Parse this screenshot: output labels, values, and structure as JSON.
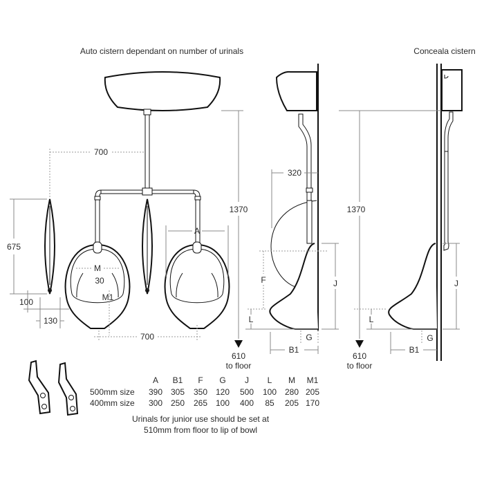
{
  "titles": {
    "front": "Auto cistern dependant on number of urinals",
    "concealed": "Conceala cistern"
  },
  "dimensions": {
    "spacing_top": "700",
    "spacing_bottom": "700",
    "slab_height": "675",
    "slab_bottom": "100",
    "slab_width": "130",
    "cistern_height": "1370",
    "cistern_height_concealed": "1370",
    "projection": "320",
    "A": "A",
    "M": "M",
    "M1": "M1",
    "gap": "30",
    "F": "F",
    "J": "J",
    "L": "L",
    "G": "G",
    "B1": "B1",
    "J2": "J",
    "L2": "L",
    "G2": "G",
    "B1_2": "B1",
    "to_floor_value": "610",
    "to_floor_label": "to floor",
    "to_floor_value2": "610",
    "to_floor_label2": "to floor"
  },
  "table": {
    "headers": [
      "A",
      "B1",
      "F",
      "G",
      "J",
      "L",
      "M",
      "M1"
    ],
    "rows": [
      {
        "label": "500mm size",
        "values": [
          "390",
          "305",
          "350",
          "120",
          "500",
          "100",
          "280",
          "205"
        ]
      },
      {
        "label": "400mm size",
        "values": [
          "300",
          "250",
          "265",
          "100",
          "400",
          "85",
          "205",
          "170"
        ]
      }
    ]
  },
  "note": {
    "line1": "Urinals for junior use should be set at",
    "line2": "510mm from floor to lip of bowl"
  },
  "colors": {
    "line": "#111111",
    "dimension": "#888888",
    "text": "#2a2a2a"
  }
}
